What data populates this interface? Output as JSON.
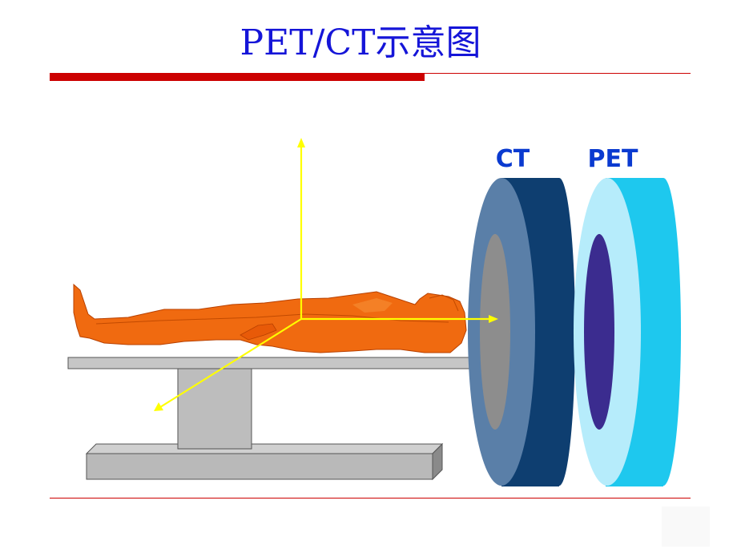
{
  "slide": {
    "title": "PET/CT示意图"
  },
  "diagram": {
    "ct_label": "CT",
    "pet_label": "PET"
  }
}
